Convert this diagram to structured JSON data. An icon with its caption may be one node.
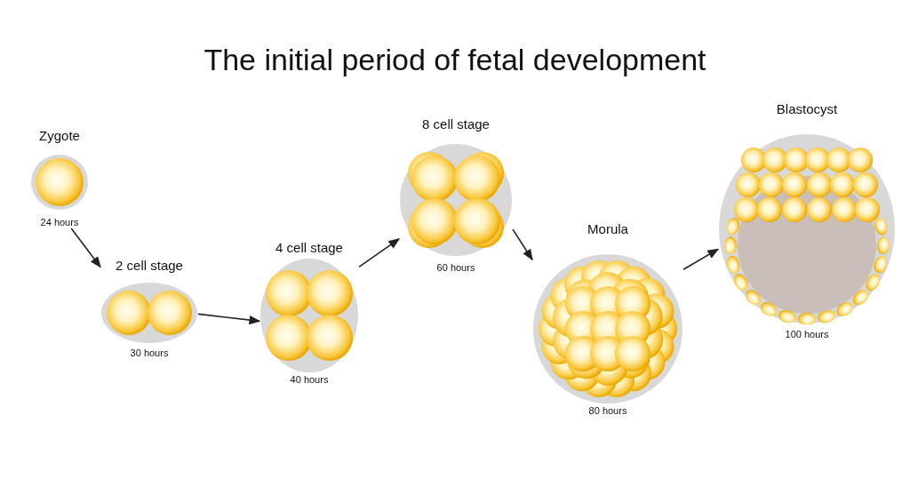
{
  "diagram": {
    "title": "The initial period of fetal development",
    "nodes": [
      {
        "text": [
          "Zygote"
        ],
        "beside": [
          "24 hours"
        ]
      },
      {
        "text": [
          "2 cell stage"
        ],
        "beside": [
          "30 hours"
        ]
      },
      {
        "text": [
          "4 cell stage"
        ],
        "beside": [
          "40 hours"
        ]
      },
      {
        "text": [
          "8 cell stage"
        ],
        "beside": [
          "60 hours"
        ]
      },
      {
        "text": [
          "Morula"
        ],
        "beside": [
          "80 hours"
        ]
      },
      {
        "text": [
          "Blastocyst"
        ],
        "beside": [
          "100 hours"
        ]
      }
    ],
    "edges": [
      {
        "from": 0,
        "to": 1,
        "arrow": "to"
      },
      {
        "from": 1,
        "to": 2,
        "arrow": "to"
      },
      {
        "from": 2,
        "to": 3,
        "arrow": "to"
      },
      {
        "from": 3,
        "to": 4,
        "arrow": "to"
      },
      {
        "from": 4,
        "to": 5,
        "arrow": "to"
      }
    ]
  }
}
